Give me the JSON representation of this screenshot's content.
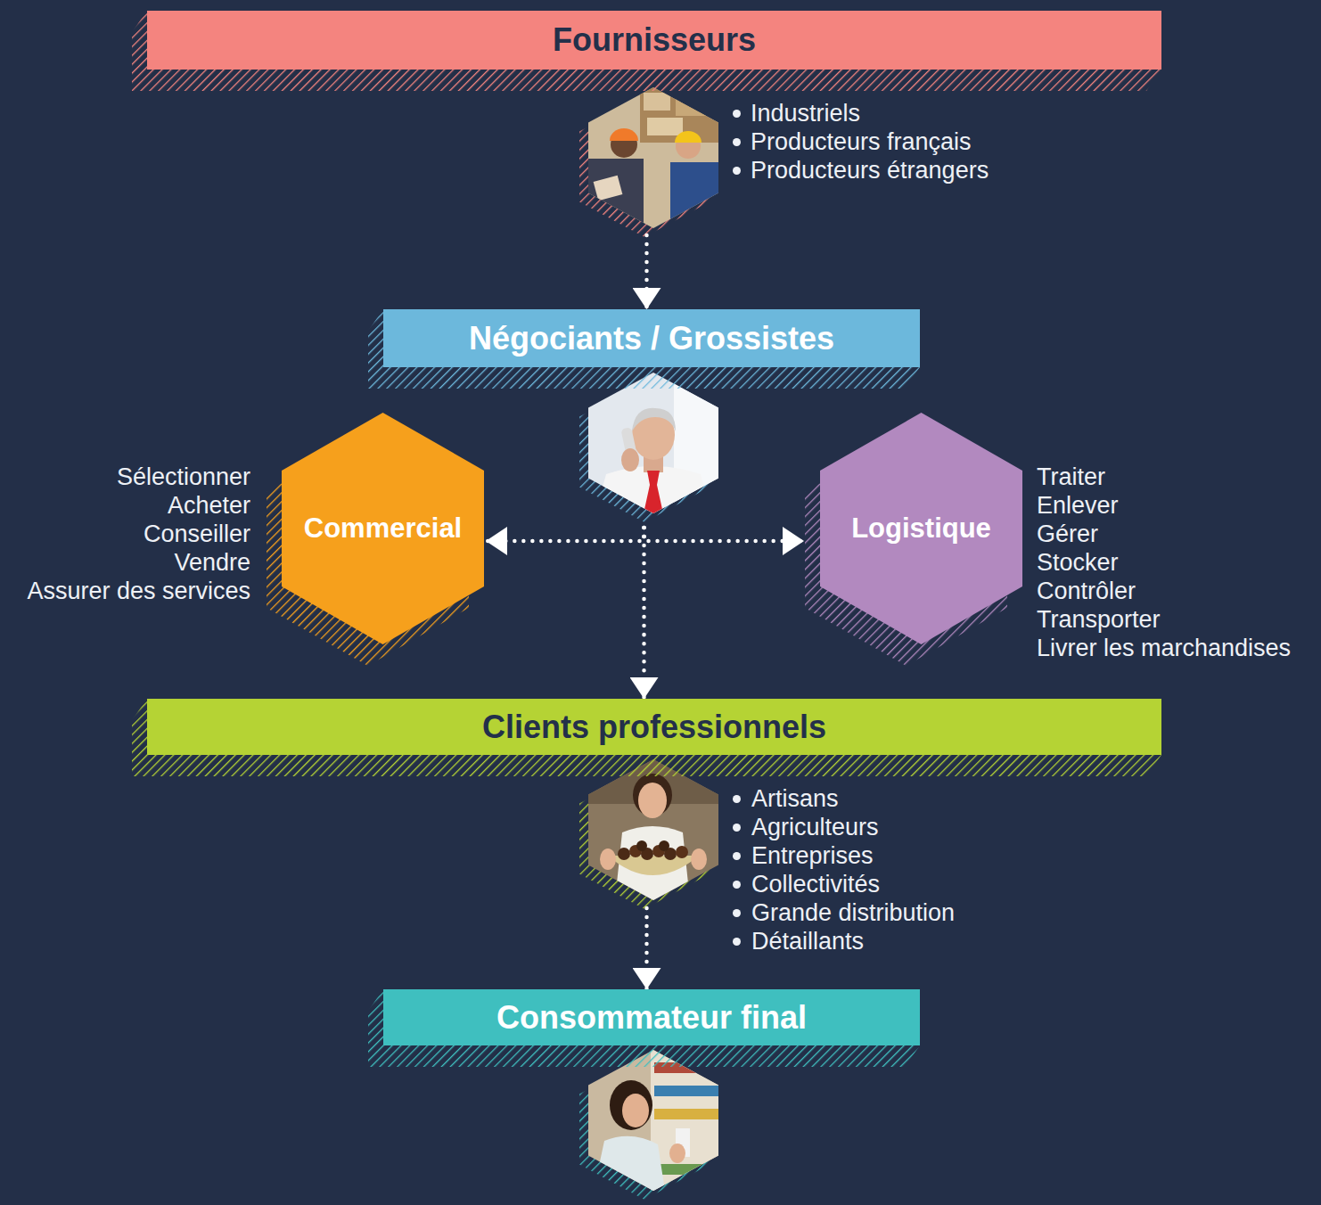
{
  "diagram": {
    "nodes": [
      {
        "text": [
          "Fournisseurs"
        ]
      },
      {
        "text": [
          "Négociants / Grossistes"
        ]
      },
      {
        "text": [
          "Commercial"
        ]
      },
      {
        "text": [
          "Logistique"
        ]
      },
      {
        "text": [
          "Clients professionnels"
        ]
      },
      {
        "text": [
          "Consommateur final"
        ]
      }
    ],
    "edges": [
      {
        "from": 0,
        "to": 1,
        "arrow": "to"
      },
      {
        "from": 1,
        "to": 2,
        "arrow": "to"
      },
      {
        "from": 1,
        "to": 3,
        "arrow": "to"
      },
      {
        "from": 1,
        "to": 4,
        "arrow": "to"
      },
      {
        "from": 4,
        "to": 5,
        "arrow": "to"
      }
    ],
    "labels": [
      "Industriels",
      "Producteurs français",
      "Producteurs étrangers",
      "Sélectionner",
      "Acheter",
      "Conseiller",
      "Vendre",
      "Assurer des services",
      "Traiter",
      "Enlever",
      "Gérer",
      "Stocker",
      "Contrôler",
      "Transporter",
      "Livrer les marchandises",
      "Artisans",
      "Agriculteurs",
      "Entreprises",
      "Collectivités",
      "Grande distribution",
      "Détaillants"
    ]
  }
}
